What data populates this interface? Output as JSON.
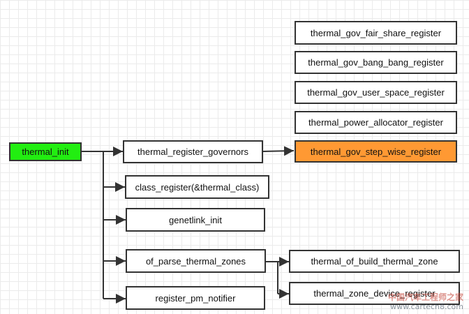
{
  "diagram": {
    "root": {
      "label": "thermal_init",
      "color": "#22ee11"
    },
    "governor_registers": [
      {
        "label": "thermal_gov_fair_share_register"
      },
      {
        "label": "thermal_gov_bang_bang_register"
      },
      {
        "label": "thermal_gov_user_space_register"
      },
      {
        "label": "thermal_power_allocator_register"
      },
      {
        "label": "thermal_gov_step_wise_register",
        "color": "#ff9933"
      }
    ],
    "init_calls": [
      {
        "label": "thermal_register_governors"
      },
      {
        "label": "class_register(&thermal_class)"
      },
      {
        "label": "genetlink_init"
      },
      {
        "label": "of_parse_thermal_zones"
      },
      {
        "label": "register_pm_notifier"
      }
    ],
    "zone_calls": [
      {
        "label": "thermal_of_build_thermal_zone"
      },
      {
        "label": "thermal_zone_device_register"
      }
    ]
  },
  "watermark": {
    "line1": "中国汽车工程师之家",
    "line2": "www.cartech8.com"
  }
}
